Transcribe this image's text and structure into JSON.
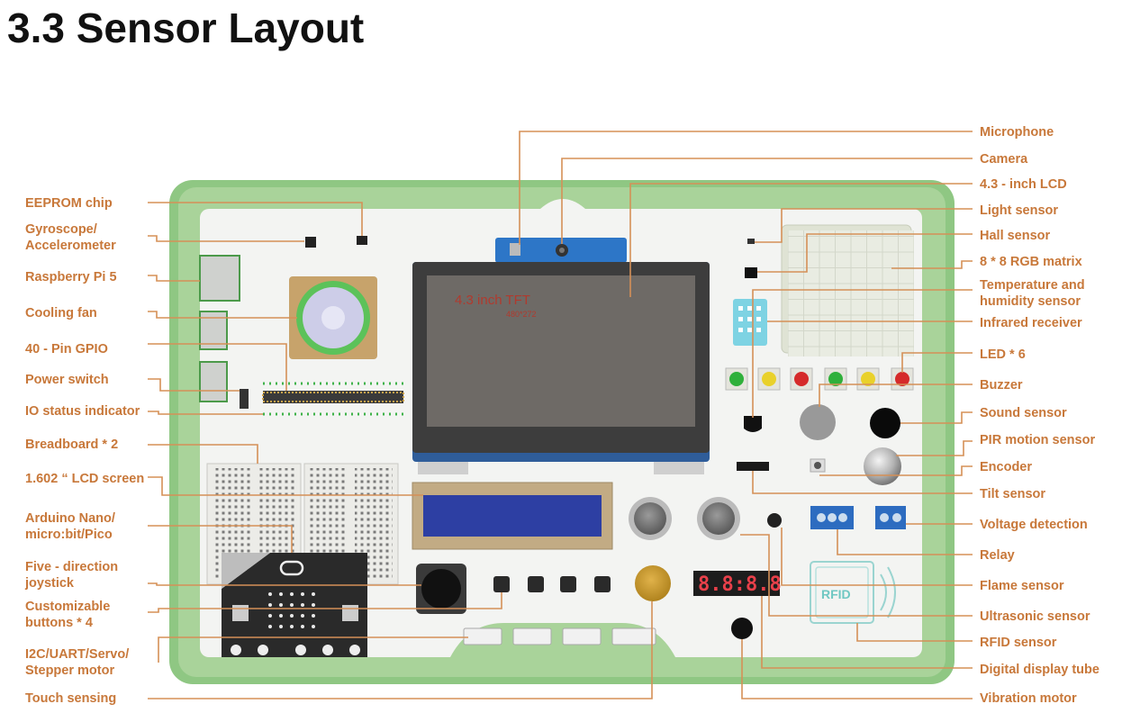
{
  "page": {
    "title": "3.3 Sensor Layout"
  },
  "board": {
    "tft_text": "4.3 inch TFT",
    "tft_sub": "480*272",
    "rfid_text": "RFID"
  },
  "labels_left": [
    {
      "id": "eeprom",
      "lines": [
        "EEPROM chip"
      ]
    },
    {
      "id": "gyro",
      "lines": [
        "Gyroscope/",
        "Accelerometer"
      ]
    },
    {
      "id": "rpi5",
      "lines": [
        "Raspberry Pi 5"
      ]
    },
    {
      "id": "fan",
      "lines": [
        "Cooling fan"
      ]
    },
    {
      "id": "gpio",
      "lines": [
        "40 - Pin GPIO"
      ]
    },
    {
      "id": "power",
      "lines": [
        "Power switch"
      ]
    },
    {
      "id": "io-status",
      "lines": [
        "IO status indicator"
      ]
    },
    {
      "id": "breadboard",
      "lines": [
        "Breadboard * 2"
      ]
    },
    {
      "id": "lcd1602",
      "lines": [
        "1.602 “ LCD screen"
      ]
    },
    {
      "id": "nano",
      "lines": [
        "Arduino Nano/",
        "micro:bit/Pico"
      ]
    },
    {
      "id": "joystick",
      "lines": [
        "Five - direction",
        "joystick"
      ]
    },
    {
      "id": "buttons",
      "lines": [
        "Customizable",
        "buttons * 4"
      ]
    },
    {
      "id": "i2c",
      "lines": [
        "I2C/UART/Servo/",
        "Stepper motor"
      ]
    },
    {
      "id": "touch",
      "lines": [
        "Touch sensing"
      ]
    }
  ],
  "labels_right": [
    {
      "id": "microphone",
      "lines": [
        "Microphone"
      ]
    },
    {
      "id": "camera",
      "lines": [
        "Camera"
      ]
    },
    {
      "id": "lcd43",
      "lines": [
        "4.3 - inch LCD"
      ]
    },
    {
      "id": "light",
      "lines": [
        "Light sensor"
      ]
    },
    {
      "id": "hall",
      "lines": [
        "Hall sensor"
      ]
    },
    {
      "id": "rgb-matrix",
      "lines": [
        "8 * 8 RGB matrix"
      ]
    },
    {
      "id": "temp-hum",
      "lines": [
        "Temperature and",
        "humidity sensor"
      ]
    },
    {
      "id": "infrared",
      "lines": [
        "Infrared receiver"
      ]
    },
    {
      "id": "led6",
      "lines": [
        "LED * 6"
      ]
    },
    {
      "id": "buzzer",
      "lines": [
        "Buzzer"
      ]
    },
    {
      "id": "sound",
      "lines": [
        "Sound sensor"
      ]
    },
    {
      "id": "pir",
      "lines": [
        "PIR motion sensor"
      ]
    },
    {
      "id": "encoder",
      "lines": [
        "Encoder"
      ]
    },
    {
      "id": "tilt",
      "lines": [
        "Tilt sensor"
      ]
    },
    {
      "id": "voltage",
      "lines": [
        "Voltage detection"
      ]
    },
    {
      "id": "relay",
      "lines": [
        "Relay"
      ]
    },
    {
      "id": "flame",
      "lines": [
        "Flame sensor"
      ]
    },
    {
      "id": "ultrasonic",
      "lines": [
        "Ultrasonic sensor"
      ]
    },
    {
      "id": "rfid",
      "lines": [
        "RFID sensor"
      ]
    },
    {
      "id": "digital-tube",
      "lines": [
        "Digital display tube"
      ]
    },
    {
      "id": "vibration",
      "lines": [
        "Vibration motor"
      ]
    }
  ],
  "colors": {
    "label": "#c8783a",
    "leader": "#d59057",
    "frame_green": "#a9d39a",
    "panel": "#f3f4f2"
  }
}
